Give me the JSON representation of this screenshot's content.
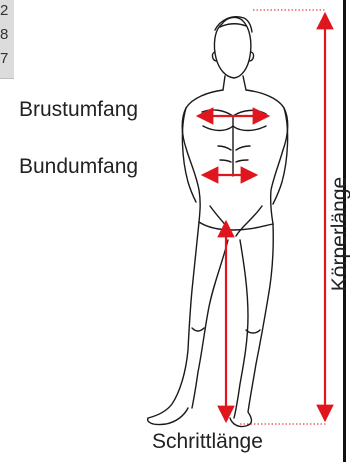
{
  "size_table": {
    "values": [
      "2",
      "8",
      "7"
    ]
  },
  "labels": {
    "chest": "Brustumfang",
    "waist": "Bundumfang",
    "body_length": "Körperlänge",
    "inseam": "Schrittlänge"
  },
  "colors": {
    "arrow": "#e0161e",
    "outline": "#1a1a1a",
    "dotted_guide": "#e0161e"
  }
}
